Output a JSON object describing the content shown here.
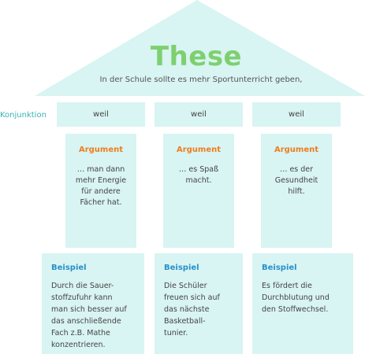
{
  "title": "These",
  "subtitle": "In der Schule sollte es mehr Sportunterricht geben,",
  "conjunction_label": "Konjunktion",
  "columns": [
    {
      "conjunction": "weil",
      "argument_title": "Argument",
      "argument_text": "… man dann\nmehr Energie\nfür andere\nFächer hat.",
      "example_title": "Beispiel",
      "example_text": "Durch die Sauer-\nstoffzufuhr kann\nman sich besser auf\ndas anschließende\nFach z.B. Mathe\nkonzentrieren."
    },
    {
      "conjunction": "weil",
      "argument_title": "Argument",
      "argument_text": "… es Spaß\nmacht.",
      "example_title": "Beispiel",
      "example_text": "Die Schüler\nfreuen sich auf\ndas nächste\nBasketball-\ntunier."
    },
    {
      "conjunction": "weil",
      "argument_title": "Argument",
      "argument_text": "… es der\nGesundheit\nhilft.",
      "example_title": "Beispiel",
      "example_text": "Es fördert die\nDurchblutung und\nden Stoffwechsel."
    }
  ],
  "colors": {
    "box_fill": "#d8f4f3",
    "title": "#7ed06f",
    "conjunction_label": "#3bb2b0",
    "argument_title": "#f07d1d",
    "example_title": "#2891c8"
  }
}
